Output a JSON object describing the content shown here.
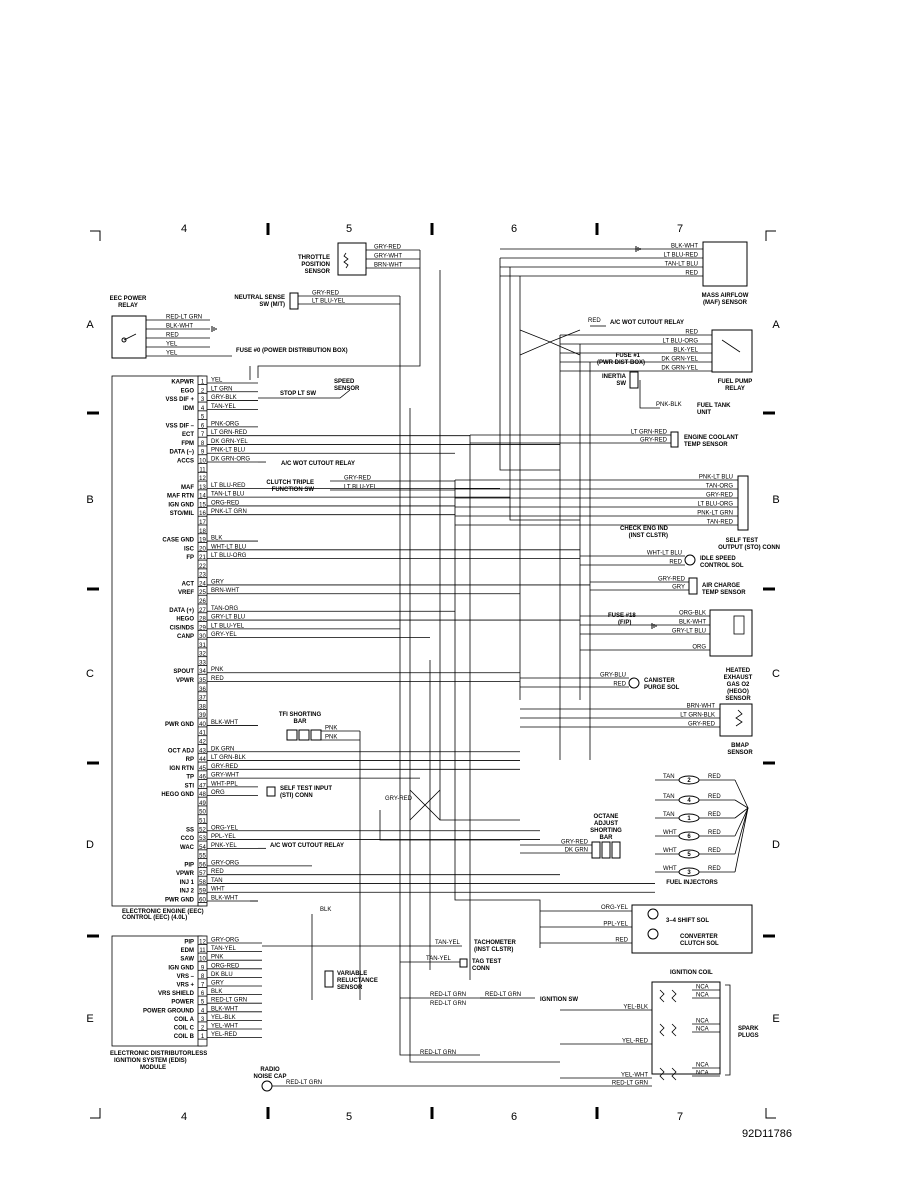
{
  "grid": {
    "col_labels": [
      "4",
      "5",
      "6",
      "7"
    ],
    "row_labels": [
      "A",
      "B",
      "C",
      "D",
      "E"
    ]
  },
  "figure_id": "92D11786",
  "eec": {
    "title": "ELECTRONIC ENGINE CONTROL (EEC) (4.0L)",
    "pins": [
      {
        "n": "1",
        "name": "KAPWR",
        "wire": "YEL"
      },
      {
        "n": "2",
        "name": "EGO",
        "wire": "LT GRN"
      },
      {
        "n": "3",
        "name": "VSS DIF +",
        "wire": "GRY-BLK"
      },
      {
        "n": "4",
        "name": "IDM",
        "wire": "TAN-YEL"
      },
      {
        "n": "5",
        "name": "",
        "wire": ""
      },
      {
        "n": "6",
        "name": "VSS DIF –",
        "wire": "PNK-ORG"
      },
      {
        "n": "7",
        "name": "ECT",
        "wire": "LT GRN-RED"
      },
      {
        "n": "8",
        "name": "FPM",
        "wire": "DK GRN-YEL"
      },
      {
        "n": "9",
        "name": "DATA (–)",
        "wire": "PNK-LT BLU"
      },
      {
        "n": "10",
        "name": "ACCS",
        "wire": "DK GRN-ORG"
      },
      {
        "n": "11",
        "name": "",
        "wire": ""
      },
      {
        "n": "12",
        "name": "",
        "wire": ""
      },
      {
        "n": "13",
        "name": "MAF",
        "wire": "LT BLU-RED"
      },
      {
        "n": "14",
        "name": "MAF RTN",
        "wire": "TAN-LT BLU"
      },
      {
        "n": "15",
        "name": "IGN GND",
        "wire": "ORG-RED"
      },
      {
        "n": "16",
        "name": "STO/MIL",
        "wire": "PNK-LT GRN"
      },
      {
        "n": "17",
        "name": "",
        "wire": ""
      },
      {
        "n": "18",
        "name": "",
        "wire": ""
      },
      {
        "n": "19",
        "name": "CASE GND",
        "wire": "BLK"
      },
      {
        "n": "20",
        "name": "ISC",
        "wire": "WHT-LT BLU"
      },
      {
        "n": "21",
        "name": "FP",
        "wire": "LT BLU-ORG"
      },
      {
        "n": "22",
        "name": "",
        "wire": ""
      },
      {
        "n": "23",
        "name": "",
        "wire": ""
      },
      {
        "n": "24",
        "name": "ACT",
        "wire": "GRY"
      },
      {
        "n": "25",
        "name": "VREF",
        "wire": "BRN-WHT"
      },
      {
        "n": "26",
        "name": "",
        "wire": ""
      },
      {
        "n": "27",
        "name": "DATA (+)",
        "wire": "TAN-ORG"
      },
      {
        "n": "28",
        "name": "HEGO",
        "wire": "GRY-LT BLU"
      },
      {
        "n": "29",
        "name": "CIS/NDS",
        "wire": "LT BLU-YEL"
      },
      {
        "n": "30",
        "name": "CANP",
        "wire": "GRY-YEL"
      },
      {
        "n": "31",
        "name": "",
        "wire": ""
      },
      {
        "n": "32",
        "name": "",
        "wire": ""
      },
      {
        "n": "33",
        "name": "",
        "wire": ""
      },
      {
        "n": "34",
        "name": "SPOUT",
        "wire": "PNK"
      },
      {
        "n": "35",
        "name": "VPWR",
        "wire": "RED"
      },
      {
        "n": "36",
        "name": "",
        "wire": ""
      },
      {
        "n": "37",
        "name": "",
        "wire": ""
      },
      {
        "n": "38",
        "name": "",
        "wire": ""
      },
      {
        "n": "39",
        "name": "",
        "wire": ""
      },
      {
        "n": "40",
        "name": "PWR GND",
        "wire": "BLK-WHT"
      },
      {
        "n": "41",
        "name": "",
        "wire": ""
      },
      {
        "n": "42",
        "name": "",
        "wire": ""
      },
      {
        "n": "43",
        "name": "OCT ADJ",
        "wire": "DK GRN"
      },
      {
        "n": "44",
        "name": "RP",
        "wire": "LT GRN-BLK"
      },
      {
        "n": "45",
        "name": "IGN RTN",
        "wire": "GRY-RED"
      },
      {
        "n": "46",
        "name": "TP",
        "wire": "GRY-WHT"
      },
      {
        "n": "47",
        "name": "STI",
        "wire": "WHT-PPL"
      },
      {
        "n": "48",
        "name": "HEGO GND",
        "wire": "ORG"
      },
      {
        "n": "49",
        "name": "",
        "wire": ""
      },
      {
        "n": "50",
        "name": "",
        "wire": ""
      },
      {
        "n": "51",
        "name": "",
        "wire": ""
      },
      {
        "n": "52",
        "name": "SS",
        "wire": "ORG-YEL"
      },
      {
        "n": "53",
        "name": "CCO",
        "wire": "PPL-YEL"
      },
      {
        "n": "54",
        "name": "WAC",
        "wire": "PNK-YEL"
      },
      {
        "n": "55",
        "name": "",
        "wire": ""
      },
      {
        "n": "56",
        "name": "PIP",
        "wire": "GRY-ORG"
      },
      {
        "n": "57",
        "name": "VPWR",
        "wire": "RED"
      },
      {
        "n": "58",
        "name": "INJ 1",
        "wire": "TAN"
      },
      {
        "n": "59",
        "name": "INJ 2",
        "wire": "WHT"
      },
      {
        "n": "60",
        "name": "PWR GND",
        "wire": "BLK-WHT"
      }
    ]
  },
  "edis": {
    "title": "ELECTRONIC DISTRIBUTORLESS IGNITION SYSTEM (EDIS) MODULE",
    "pins": [
      {
        "n": "12",
        "name": "PIP",
        "wire": "GRY-ORG"
      },
      {
        "n": "11",
        "name": "EDM",
        "wire": "TAN-YEL"
      },
      {
        "n": "10",
        "name": "SAW",
        "wire": "PNK"
      },
      {
        "n": "9",
        "name": "IGN GND",
        "wire": "ORG-RED"
      },
      {
        "n": "8",
        "name": "VRS –",
        "wire": "DK BLU"
      },
      {
        "n": "7",
        "name": "VRS +",
        "wire": "GRY"
      },
      {
        "n": "6",
        "name": "VRS SHIELD",
        "wire": "BLK"
      },
      {
        "n": "5",
        "name": "POWER",
        "wire": "RED-LT GRN"
      },
      {
        "n": "4",
        "name": "POWER GROUND",
        "wire": "BLK-WHT"
      },
      {
        "n": "3",
        "name": "COIL A",
        "wire": "YEL-BLK"
      },
      {
        "n": "2",
        "name": "COIL C",
        "wire": "YEL-WHT"
      },
      {
        "n": "1",
        "name": "COIL B",
        "wire": "YEL-RED"
      }
    ]
  },
  "components": {
    "throttle": {
      "label": "THROTTLE POSITION SENSOR",
      "wires": [
        "GRY-RED",
        "GRY-WHT",
        "BRN-WHT"
      ]
    },
    "neutral": {
      "label": "NEUTRAL SENSE SW (M/T)",
      "wires": [
        "GRY-RED",
        "LT BLU-YEL"
      ]
    },
    "eec_relay": {
      "label": "EEC POWER RELAY",
      "wires": [
        "RED-LT GRN",
        "BLK-WHT",
        "RED",
        "YEL",
        "YEL"
      ]
    },
    "fuse0": "FUSE #0 (POWER DISTRIBUTION BOX)",
    "speed_sensor": "SPEED SENSOR",
    "stop_lt_sw": "STOP LT SW",
    "maf": {
      "label": "MASS AIRFLOW (MAF) SENSOR",
      "wires": [
        "BLK-WHT",
        "LT BLU-RED",
        "TAN-LT BLU",
        "RED"
      ]
    },
    "ac_wot_1": "A/C WOT CUTOUT RELAY",
    "ac_wot_2": "A/C WOT CUTOUT RELAY",
    "ac_wot_3": "A/C WOT CUTOUT RELAY",
    "fuel_pump_relay": {
      "label": "FUEL PUMP RELAY",
      "wires": [
        "RED",
        "LT BLU-ORG",
        "BLK-YEL",
        "DK GRN-YEL",
        "DK GRN-YEL"
      ]
    },
    "fuse1": "FUSE #1 (PWR DIST BOX)",
    "inertia": "INERTIA SW",
    "fuel_tank": {
      "label": "FUEL TANK UNIT",
      "wire": "PNK-BLK"
    },
    "ect": {
      "label": "ENGINE COOLANT TEMP SENSOR",
      "wires": [
        "LT GRN-RED",
        "GRY-RED"
      ]
    },
    "clutch": {
      "label": "CLUTCH TRIPLE FUNCTION SW",
      "wires": [
        "GRY-RED",
        "LT BLU-YEL"
      ]
    },
    "sto": {
      "label": "SELF TEST OUTPUT (STO) CONN",
      "wires": [
        "PNK-LT BLU",
        "TAN-ORG",
        "GRY-RED",
        "LT BLU-ORG",
        "PNK-LT GRN",
        "TAN-RED"
      ]
    },
    "check_eng": "CHECK ENG IND (INST CLSTR)",
    "isc": {
      "label": "IDLE SPEED CONTROL SOL",
      "wires": [
        "WHT-LT BLU",
        "RED"
      ]
    },
    "act": {
      "label": "AIR CHARGE TEMP SENSOR",
      "wires": [
        "GRY-RED",
        "GRY"
      ]
    },
    "hego": {
      "label": "HEATED EXHAUST GAS O2 (HEGO) SENSOR",
      "wires": [
        "ORG-BLK",
        "BLK-WHT",
        "GRY-LT BLU",
        "ORG"
      ]
    },
    "fuse18": "FUSE #18 (F/P)",
    "canister": {
      "label": "CANISTER PURGE SOL",
      "wires": [
        "GRY-BLU",
        "RED"
      ]
    },
    "bmap": {
      "label": "BMAP SENSOR",
      "wires": [
        "BRN-WHT",
        "LT GRN-BLK",
        "GRY-RED"
      ]
    },
    "tfi_bar": {
      "label": "TFI SHORTING BAR",
      "wires": [
        "PNK",
        "PNK"
      ]
    },
    "sti_conn": "SELF TEST INPUT (STI) CONN",
    "octane": {
      "label": "OCTANE ADJUST SHORTING BAR",
      "wires": [
        "GRY-RED",
        "DK GRN"
      ]
    },
    "injectors": {
      "label": "FUEL INJECTORS",
      "nums": [
        "2",
        "4",
        "1",
        "6",
        "5",
        "3"
      ],
      "left": [
        "TAN",
        "TAN",
        "TAN",
        "WHT",
        "WHT",
        "WHT"
      ],
      "right": "RED"
    },
    "shift_sol": {
      "label": "3–4 SHIFT SOL",
      "wire": "ORG-YEL"
    },
    "conv_sol": {
      "label": "CONVERTER CLUTCH SOL",
      "wires": [
        "PPL-YEL",
        "RED"
      ]
    },
    "tach": {
      "label": "TACHOMETER (INST CLSTR)",
      "wire": "TAN-YEL"
    },
    "tag": {
      "label": "TAG TEST CONN",
      "wire": "TAN-YEL"
    },
    "vrs": "VARIABLE RELUCTANCE SENSOR",
    "ign_sw": {
      "label": "IGNITION SW",
      "wires": [
        "RED-LT GRN",
        "RED-LT GRN"
      ]
    },
    "ign_coil": {
      "label": "IGNITION COIL",
      "wires": [
        "YEL-BLK",
        "YEL-RED",
        "YEL-WHT",
        "RED-LT GRN"
      ],
      "nca": "NCA"
    },
    "spark": "SPARK PLUGS",
    "radio": {
      "label": "RADIO NOISE CAP",
      "wire": "RED-LT GRN"
    },
    "blk": "BLK",
    "red_lt_grn": "RED-LT GRN",
    "gry_red_mid": "GRY-RED"
  }
}
